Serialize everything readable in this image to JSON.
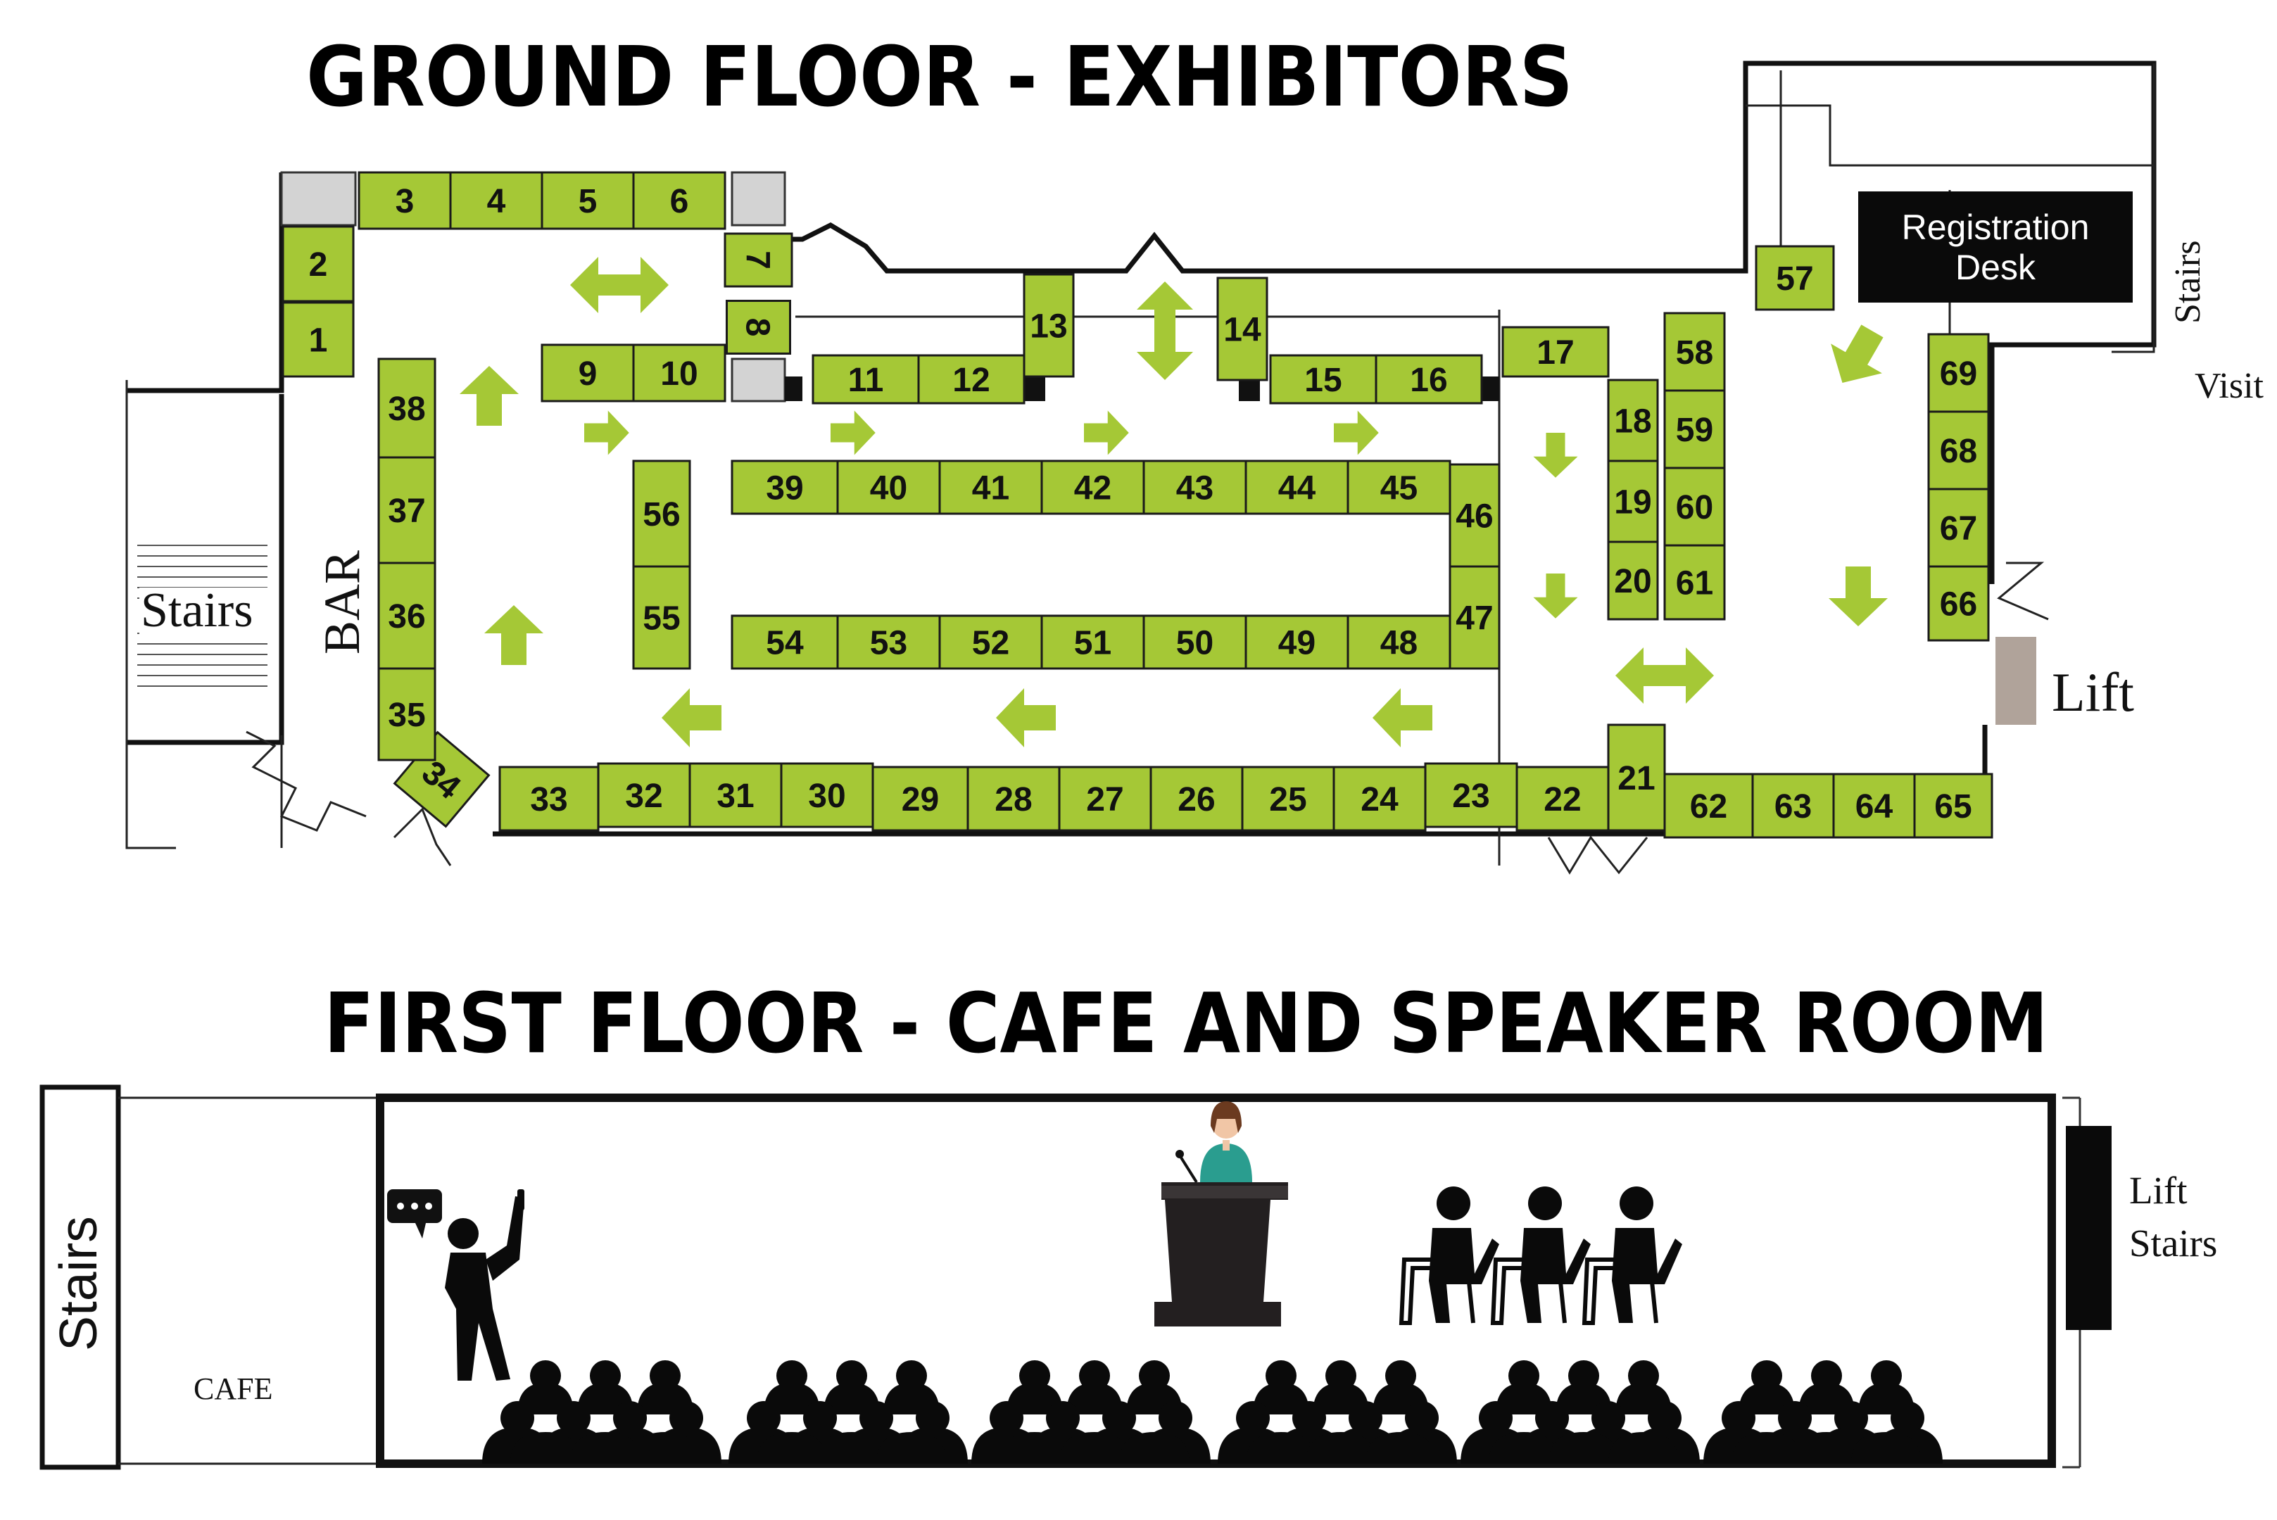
{
  "ground_floor": {
    "title": "GROUND FLOOR - EXHIBITORS",
    "labels": {
      "stairs_left": "Stairs",
      "bar": "BAR",
      "registration_line1": "Registration",
      "registration_line2": "Desk",
      "stairs_right": "Stairs",
      "visit": "Visit",
      "lift": "Lift"
    },
    "booth_numbers": [
      "1",
      "2",
      "3",
      "4",
      "5",
      "6",
      "7",
      "8",
      "9",
      "10",
      "11",
      "12",
      "13",
      "14",
      "15",
      "16",
      "17",
      "18",
      "19",
      "20",
      "21",
      "22",
      "23",
      "24",
      "25",
      "26",
      "27",
      "28",
      "29",
      "30",
      "31",
      "32",
      "33",
      "34",
      "35",
      "36",
      "37",
      "38",
      "39",
      "40",
      "41",
      "42",
      "43",
      "44",
      "45",
      "46",
      "47",
      "48",
      "49",
      "50",
      "51",
      "52",
      "53",
      "54",
      "55",
      "56",
      "57",
      "58",
      "59",
      "60",
      "61",
      "62",
      "63",
      "64",
      "65",
      "66",
      "67",
      "68",
      "69"
    ]
  },
  "first_floor": {
    "title": "FIRST FLOOR - CAFE AND SPEAKER ROOM",
    "labels": {
      "stairs": "Stairs",
      "cafe": "CAFE",
      "lift": "Lift",
      "stairs_right": "Stairs"
    }
  },
  "colors": {
    "booth": "#a5c836",
    "arrow": "#a5c836",
    "registration_desk": "#0a0a0a"
  }
}
